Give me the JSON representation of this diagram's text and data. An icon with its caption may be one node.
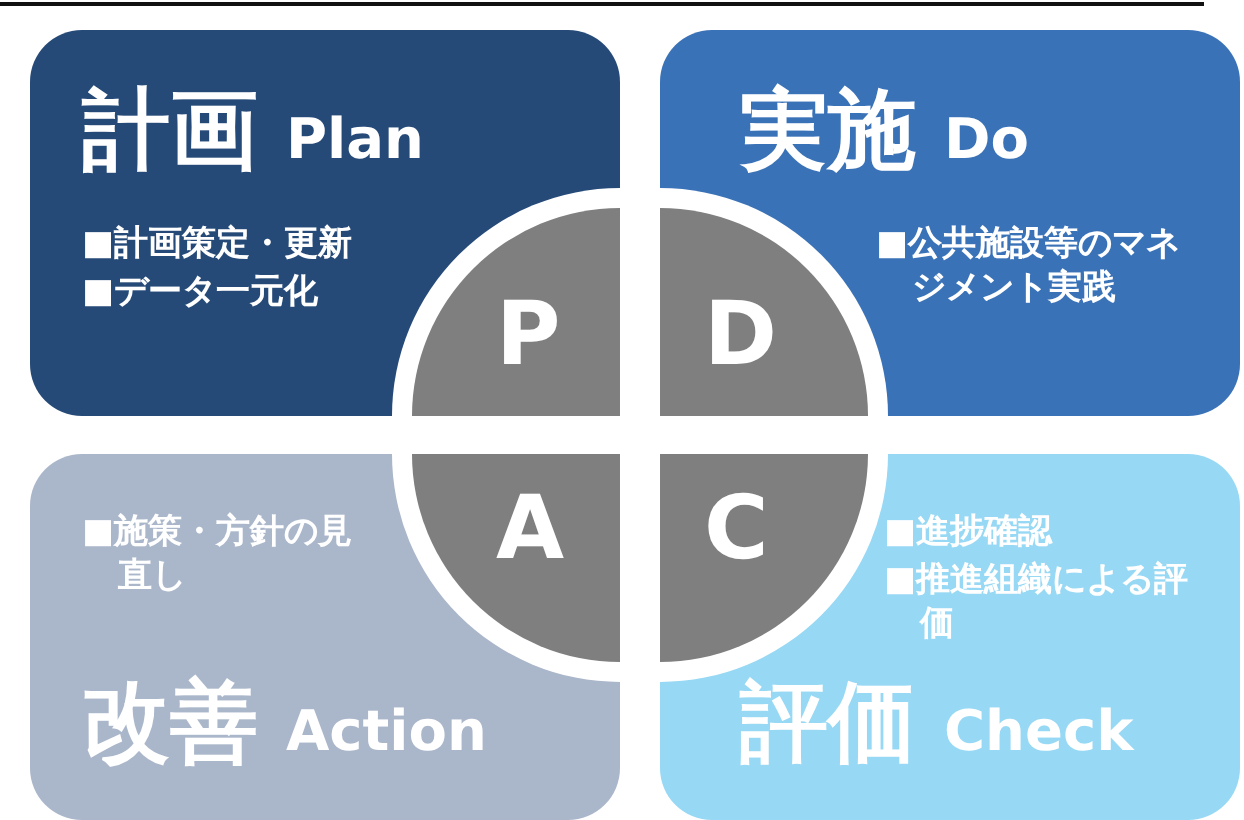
{
  "diagram": {
    "nodes": [
      {
        "text": [
          "計画",
          "Plan",
          "■計画策定・更新",
          "■データ一元化"
        ]
      },
      {
        "text": [
          "実施",
          "Do",
          "■公共施設等のマネジメント実践"
        ]
      },
      {
        "text": [
          "P"
        ],
        "in": 0
      },
      {
        "text": [
          "D"
        ],
        "in": 1
      },
      {
        "text": [
          "A"
        ],
        "in": 6
      },
      {
        "text": [
          "C"
        ],
        "in": 7
      },
      {
        "text": [
          "■施策・方針の見直し",
          "改善",
          "Action"
        ]
      },
      {
        "text": [
          "■進捗確認",
          "■推進組織による評価",
          "評価",
          "Check"
        ]
      }
    ]
  }
}
